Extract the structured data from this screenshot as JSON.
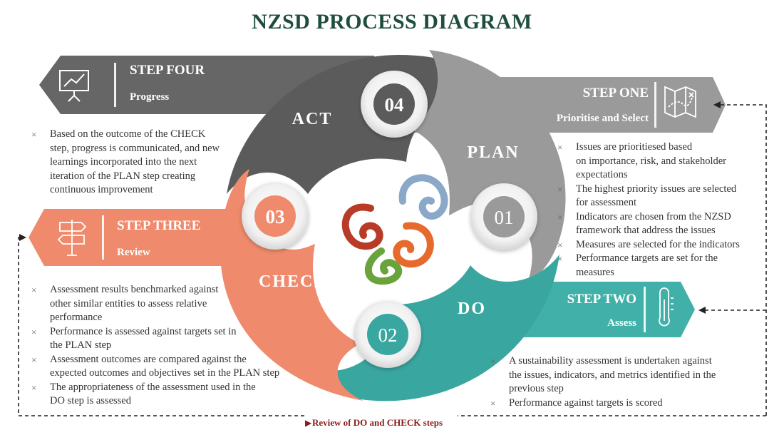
{
  "title": "NZSD PROCESS DIAGRAM",
  "colors": {
    "title": "#1f4e3d",
    "act": "#5b5b5b",
    "plan": "#9a9a9a",
    "do": "#3aa6a0",
    "check": "#f08a6c",
    "step_four_banner": "#666666",
    "step_one_banner": "#9a9a9a",
    "step_two_banner": "#41b0a8",
    "step_three_banner": "#f08a6c"
  },
  "segments": {
    "act": "ACT",
    "plan": "PLAN",
    "do": "DO",
    "check": "CHECK"
  },
  "badges": {
    "act": "04",
    "plan": "01",
    "do": "02",
    "check": "03"
  },
  "steps": {
    "four": {
      "title": "STEP FOUR",
      "subtitle": "Progress",
      "icon": "presentation-board-icon"
    },
    "one": {
      "title": "STEP ONE",
      "subtitle": "Prioritise and Select",
      "icon": "map-icon"
    },
    "two": {
      "title": "STEP TWO",
      "subtitle": "Assess",
      "icon": "thermometer-icon"
    },
    "three": {
      "title": "STEP THREE",
      "subtitle": "Review",
      "icon": "signpost-icon"
    }
  },
  "bullet_marker": "×",
  "bullets": {
    "act": [
      [
        "Based on the outcome of the CHECK",
        "step, progress is communicated, and new",
        "learnings incorporated into the next",
        "iteration of the PLAN step creating",
        "continuous improvement"
      ]
    ],
    "plan": [
      [
        "Issues are prioritiesed based",
        "on importance, risk, and stakeholder",
        "expectations"
      ],
      [
        "The highest priority issues are selected",
        "for assessment"
      ],
      [
        "Indicators are chosen from the NZSD",
        "framework that address the issues"
      ],
      [
        "Measures are selected for the indicators"
      ],
      [
        "Performance targets are set for the",
        "measures"
      ]
    ],
    "check": [
      [
        "Assessment results benchmarked against",
        "other similar entities to assess relative",
        "performance"
      ],
      [
        "Performance is assessed against targets set in",
        "the PLAN step"
      ],
      [
        "Assessment outcomes are compared against the",
        "expected outcomes and objectives set in the PLAN step"
      ],
      [
        "The appropriateness of the assessment used in the",
        "DO step is assessed"
      ]
    ],
    "do": [
      [
        "A sustainability assessment is undertaken against",
        "the issues, indicators, and metrics identified in the",
        "previous step"
      ],
      [
        "Performance against targets is scored"
      ]
    ]
  },
  "loop_label": "Review of DO and CHECK steps"
}
